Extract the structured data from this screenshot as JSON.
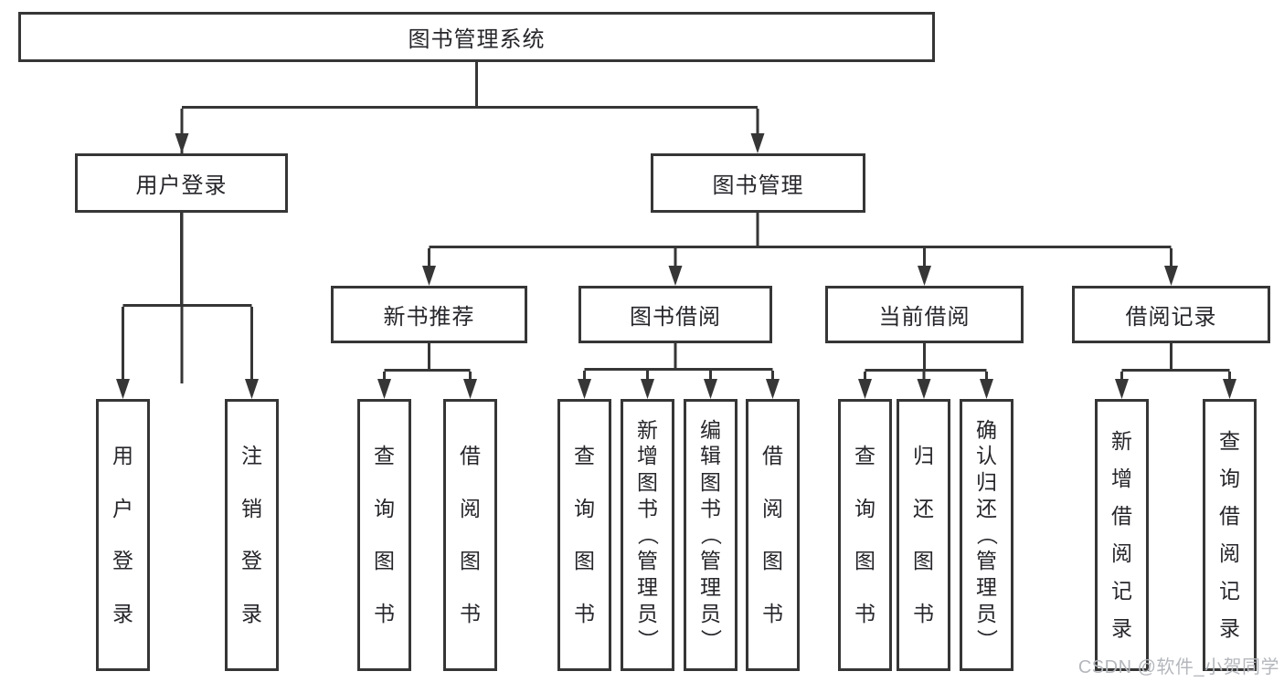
{
  "colors": {
    "background": "#ffffff",
    "line": "#363636",
    "box_border": "#363636",
    "text": "#26262b",
    "watermark": "#b4b7bc"
  },
  "diagram": {
    "root": {
      "label": "图书管理系统"
    },
    "level2": [
      {
        "label": "用户登录"
      },
      {
        "label": "图书管理"
      }
    ],
    "level3": [
      {
        "label": "新书推荐"
      },
      {
        "label": "图书借阅"
      },
      {
        "label": "当前借阅"
      },
      {
        "label": "借阅记录"
      }
    ],
    "leaves": {
      "user": [
        "用户登录",
        "注销登录"
      ],
      "newbook": [
        "查询图书",
        "借阅图书"
      ],
      "borrow": [
        "查询图书",
        "新增图书（管理员）",
        "编辑图书（管理员）",
        "借阅图书"
      ],
      "current": [
        "查询图书",
        "归还图书",
        "确认归还（管理员）"
      ],
      "record": [
        "新增借阅记录",
        "查询借阅记录"
      ]
    }
  },
  "watermark": {
    "text": "CSDN @软件_小贺同学"
  }
}
